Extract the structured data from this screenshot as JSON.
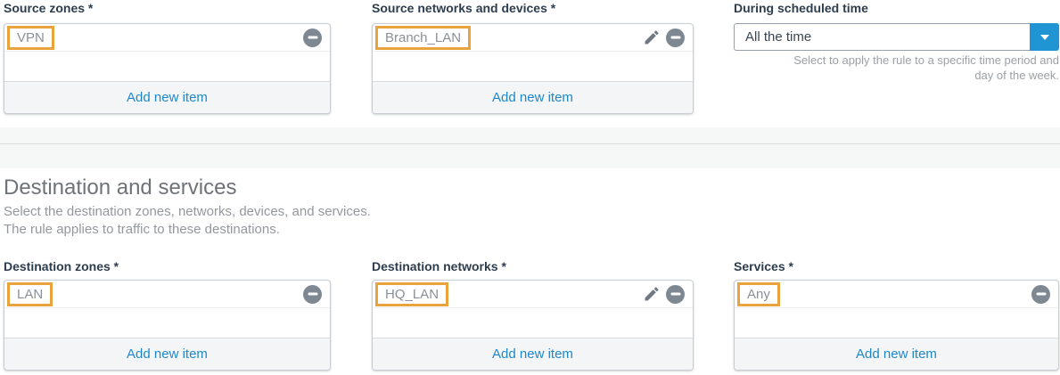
{
  "top_section": {
    "source_zones": {
      "label": "Source zones *",
      "item": "VPN",
      "add_label": "Add new item"
    },
    "source_networks_devices": {
      "label": "Source networks and devices *",
      "item": "Branch_LAN",
      "add_label": "Add new item"
    },
    "during_scheduled_time": {
      "label": "During scheduled time",
      "selected_value": "All the time",
      "hint_line1": "Select to apply the rule to a specific time period and",
      "hint_line2": "day of the week."
    }
  },
  "destination_section": {
    "title": "Destination and services",
    "subtitle_line1": "Select the destination zones, networks, devices, and services.",
    "subtitle_line2": "The rule applies to traffic to these destinations.",
    "destination_zones": {
      "label": "Destination zones *",
      "item": "LAN",
      "add_label": "Add new item"
    },
    "destination_networks": {
      "label": "Destination networks *",
      "item": "HQ_LAN",
      "add_label": "Add new item"
    },
    "services": {
      "label": "Services *",
      "item": "Any",
      "add_label": "Add new item"
    }
  },
  "icons": {
    "remove": "minus-circle",
    "edit": "pencil",
    "dropdown": "caret-down"
  },
  "colors": {
    "highlight_border": "#E8A33D",
    "dropdown_button": "#2095D3",
    "link": "#1E88CA",
    "label_text": "#2E3D4E",
    "tag_text": "#8A9097"
  }
}
